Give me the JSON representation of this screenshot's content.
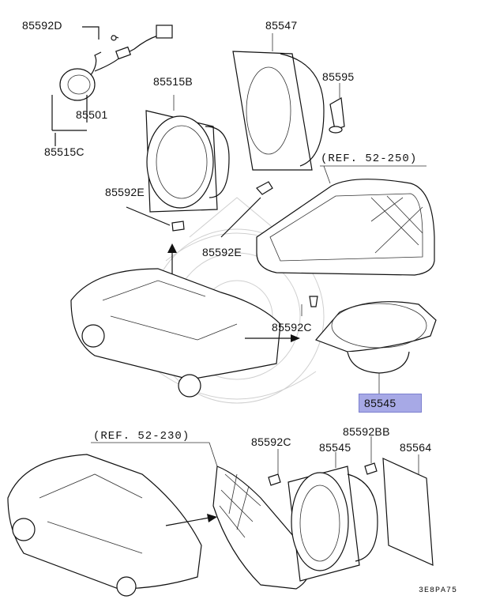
{
  "labels": {
    "p85592D": "85592D",
    "p85547": "85547",
    "p85515B": "85515B",
    "p85595": "85595",
    "p85501": "85501",
    "p85515C": "85515C",
    "ref52250": "(REF. 52-250)",
    "p85592E_left": "85592E",
    "p85592E_right": "85592E",
    "p85592C_top": "85592C",
    "p85545_highlight": "85545",
    "ref52230": "(REF. 52-230)",
    "p85592C_bottom": "85592C",
    "p85592BB": "85592BB",
    "p85545_bottom": "85545",
    "p85564": "85564",
    "diagram_code": "3E8PA75"
  },
  "highlight_color": "#a7a9e6",
  "icons": {
    "watermark": "mitsubishi-samurai-watermark",
    "arrows": "direction-arrows"
  }
}
